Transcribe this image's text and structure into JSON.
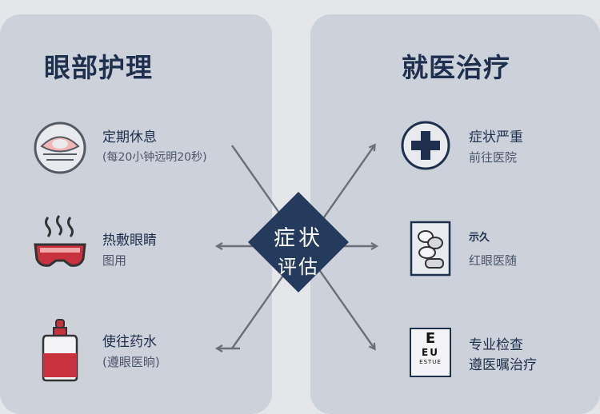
{
  "left_section": {
    "title": "眼部护理",
    "items": [
      {
        "title": "定期休息",
        "subtitle": "(每20小钟远明20秒)",
        "icon": "eye-rest-icon"
      },
      {
        "title": "热敷眼睛",
        "subtitle": "图用",
        "icon": "eye-mask-icon"
      },
      {
        "title": "使往药水",
        "subtitle": "(遵眼医晌)",
        "icon": "eye-drops-icon"
      }
    ]
  },
  "right_section": {
    "title": "就医治疗",
    "items": [
      {
        "title": "症状严重",
        "subtitle": "前往医院",
        "icon": "medical-cross-icon"
      },
      {
        "title": "",
        "subtitle": "红眼医随",
        "small_label": "示久",
        "icon": "pills-icon"
      },
      {
        "title": "专业检查",
        "subtitle": "遵医嘱治疗",
        "icon": "eye-chart-icon"
      }
    ]
  },
  "center": {
    "line1": "症状",
    "line2": "评估"
  },
  "eye_chart": {
    "row1": "E",
    "row2": "EU",
    "row3": "ESTUE"
  },
  "colors": {
    "navy": "#243b5e",
    "panel": "#ccd1da",
    "red": "#c8323c",
    "arrow": "#6b6f77"
  }
}
